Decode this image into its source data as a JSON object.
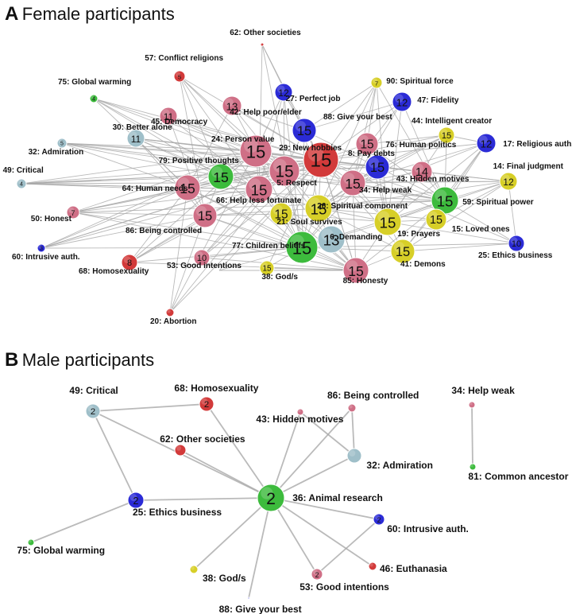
{
  "panels": {
    "a": {
      "letter": "A",
      "title": "Female participants"
    },
    "b": {
      "letter": "B",
      "title": "Male participants"
    }
  },
  "colors": {
    "green": "#3dbb3d",
    "red": "#d23a3a",
    "pink": "#cf6f86",
    "blue": "#2b2bd6",
    "lightblue": "#9fbfc9",
    "yellow": "#d7cf28",
    "edge": "#a9a9a9"
  },
  "network_a": {
    "nodes": [
      {
        "id": "62",
        "value": "",
        "label": "62: Other societies",
        "color": "red"
      },
      {
        "id": "57",
        "value": "5",
        "label": "57: Conflict religions",
        "color": "red"
      },
      {
        "id": "75",
        "value": "4",
        "label": "75: Global warming",
        "color": "green"
      },
      {
        "id": "90",
        "value": "7",
        "label": "90: Spiritual force",
        "color": "yellow"
      },
      {
        "id": "27",
        "value": "12",
        "label": "27: Perfect job",
        "color": "blue"
      },
      {
        "id": "47",
        "value": "12",
        "label": "47: Fidelity",
        "color": "blue"
      },
      {
        "id": "11b",
        "value": "11",
        "label": "",
        "color": "pink"
      },
      {
        "id": "42",
        "value": "13",
        "label": "42: Help poor/elder",
        "color": "pink"
      },
      {
        "id": "30",
        "value": "11",
        "label": "30: Better alone",
        "color": "lightblue"
      },
      {
        "id": "45",
        "value": "",
        "label": "45: Democracy",
        "color": "pink"
      },
      {
        "id": "88",
        "value": "15",
        "label": "88: Give your best",
        "color": "blue"
      },
      {
        "id": "44",
        "value": "15",
        "label": "44: Intelligent creator",
        "color": "yellow"
      },
      {
        "id": "32",
        "value": "5",
        "label": "32: Admiration",
        "color": "lightblue"
      },
      {
        "id": "17",
        "value": "12",
        "label": "17: Religious auth.",
        "color": "blue"
      },
      {
        "id": "24",
        "value": "15",
        "label": "24: Person value",
        "color": "pink"
      },
      {
        "id": "29",
        "value": "15",
        "label": "29: New hobbies",
        "color": "red"
      },
      {
        "id": "76",
        "value": "15",
        "label": "76: Human politics",
        "color": "pink"
      },
      {
        "id": "49",
        "value": "4",
        "label": "49: Critical",
        "color": "lightblue"
      },
      {
        "id": "79",
        "value": "15",
        "label": "79: Positive thoughts",
        "color": "green"
      },
      {
        "id": "x1",
        "value": "15",
        "label": "",
        "color": "pink"
      },
      {
        "id": "5",
        "value": "15",
        "label": "5: Respect",
        "color": "pink"
      },
      {
        "id": "8",
        "value": "15",
        "label": "8: Pay debts",
        "color": "blue"
      },
      {
        "id": "14",
        "value": "12",
        "label": "14: Final judgment",
        "color": "yellow"
      },
      {
        "id": "43",
        "value": "14",
        "label": "43: Hidden motives",
        "color": "pink"
      },
      {
        "id": "64",
        "value": "15",
        "label": "64: Human needs",
        "color": "pink"
      },
      {
        "id": "x2",
        "value": "15",
        "label": "",
        "color": "pink"
      },
      {
        "id": "34",
        "value": "15",
        "label": "34: Help weak",
        "color": "pink"
      },
      {
        "id": "50",
        "value": "7",
        "label": "50: Honest",
        "color": "pink"
      },
      {
        "id": "66",
        "value": "15",
        "label": "66: Help less fortunate",
        "color": "pink"
      },
      {
        "id": "26",
        "value": "15",
        "label": "26: Spiritual component",
        "color": "yellow"
      },
      {
        "id": "59",
        "value": "15",
        "label": "59: Spiritual power",
        "color": "green"
      },
      {
        "id": "21",
        "value": "15",
        "label": "21: Soul survives",
        "color": "yellow"
      },
      {
        "id": "19",
        "value": "15",
        "label": "19: Prayers",
        "color": "yellow"
      },
      {
        "id": "15",
        "value": "15",
        "label": "15: Loved ones",
        "color": "yellow"
      },
      {
        "id": "x3",
        "value": "15",
        "label": "",
        "color": "pink"
      },
      {
        "id": "86",
        "value": "",
        "label": "86: Being controlled",
        "color": "pink"
      },
      {
        "id": "6",
        "value": "13",
        "label": "6: Demanding",
        "color": "lightblue"
      },
      {
        "id": "x4",
        "value": "15",
        "label": "",
        "color": "green"
      },
      {
        "id": "10",
        "value": "10",
        "label": "25: Ethics business",
        "color": "blue"
      },
      {
        "id": "3",
        "value": "3",
        "label": "60: Intrusive auth.",
        "color": "blue"
      },
      {
        "id": "77",
        "value": "10",
        "label": "77: Children beliefs",
        "color": "pink"
      },
      {
        "id": "41",
        "value": "15",
        "label": "41: Demons",
        "color": "yellow"
      },
      {
        "id": "68",
        "value": "8",
        "label": "68: Homosexuality",
        "color": "red"
      },
      {
        "id": "53",
        "value": "",
        "label": "53: Good intentions",
        "color": "pink"
      },
      {
        "id": "38",
        "value": "15",
        "label": "38: God/s",
        "color": "yellow"
      },
      {
        "id": "85",
        "value": "15",
        "label": "85: Honesty",
        "color": "pink"
      },
      {
        "id": "20",
        "value": "",
        "label": "20: Abortion",
        "color": "red"
      }
    ]
  },
  "network_b": {
    "nodes": [
      {
        "id": "49",
        "value": "2",
        "label": "49: Critical",
        "color": "lightblue"
      },
      {
        "id": "68",
        "value": "2",
        "label": "68: Homosexuality",
        "color": "red"
      },
      {
        "id": "86",
        "value": "",
        "label": "86: Being controlled",
        "color": "pink"
      },
      {
        "id": "34",
        "value": "",
        "label": "34: Help weak",
        "color": "pink"
      },
      {
        "id": "43",
        "value": "",
        "label": "43: Hidden motives",
        "color": "pink"
      },
      {
        "id": "62",
        "value": "",
        "label": "62: Other societies",
        "color": "red"
      },
      {
        "id": "32",
        "value": "",
        "label": "32: Admiration",
        "color": "lightblue"
      },
      {
        "id": "81",
        "value": "",
        "label": "81: Common ancestor",
        "color": "green"
      },
      {
        "id": "36",
        "value": "2",
        "label": "36: Animal research",
        "color": "green"
      },
      {
        "id": "25",
        "value": "2",
        "label": "25: Ethics business",
        "color": "blue"
      },
      {
        "id": "60",
        "value": "2",
        "label": "60: Intrusive auth.",
        "color": "blue"
      },
      {
        "id": "75",
        "value": "",
        "label": "75: Global warming",
        "color": "green"
      },
      {
        "id": "46",
        "value": "",
        "label": "46: Euthanasia",
        "color": "red"
      },
      {
        "id": "38",
        "value": "",
        "label": "38: God/s",
        "color": "yellow"
      },
      {
        "id": "53",
        "value": "2",
        "label": "53: Good intentions",
        "color": "pink"
      },
      {
        "id": "88",
        "value": "",
        "label": "88: Give your best",
        "color": "blue"
      }
    ],
    "edges": [
      [
        "49",
        "68"
      ],
      [
        "49",
        "25"
      ],
      [
        "49",
        "36"
      ],
      [
        "68",
        "36"
      ],
      [
        "62",
        "36"
      ],
      [
        "43",
        "36"
      ],
      [
        "86",
        "32"
      ],
      [
        "43",
        "32"
      ],
      [
        "32",
        "36"
      ],
      [
        "86",
        "36"
      ],
      [
        "25",
        "36"
      ],
      [
        "25",
        "75"
      ],
      [
        "36",
        "60"
      ],
      [
        "60",
        "53"
      ],
      [
        "36",
        "53"
      ],
      [
        "36",
        "46"
      ],
      [
        "36",
        "38"
      ],
      [
        "36",
        "88"
      ],
      [
        "34",
        "81"
      ]
    ]
  }
}
